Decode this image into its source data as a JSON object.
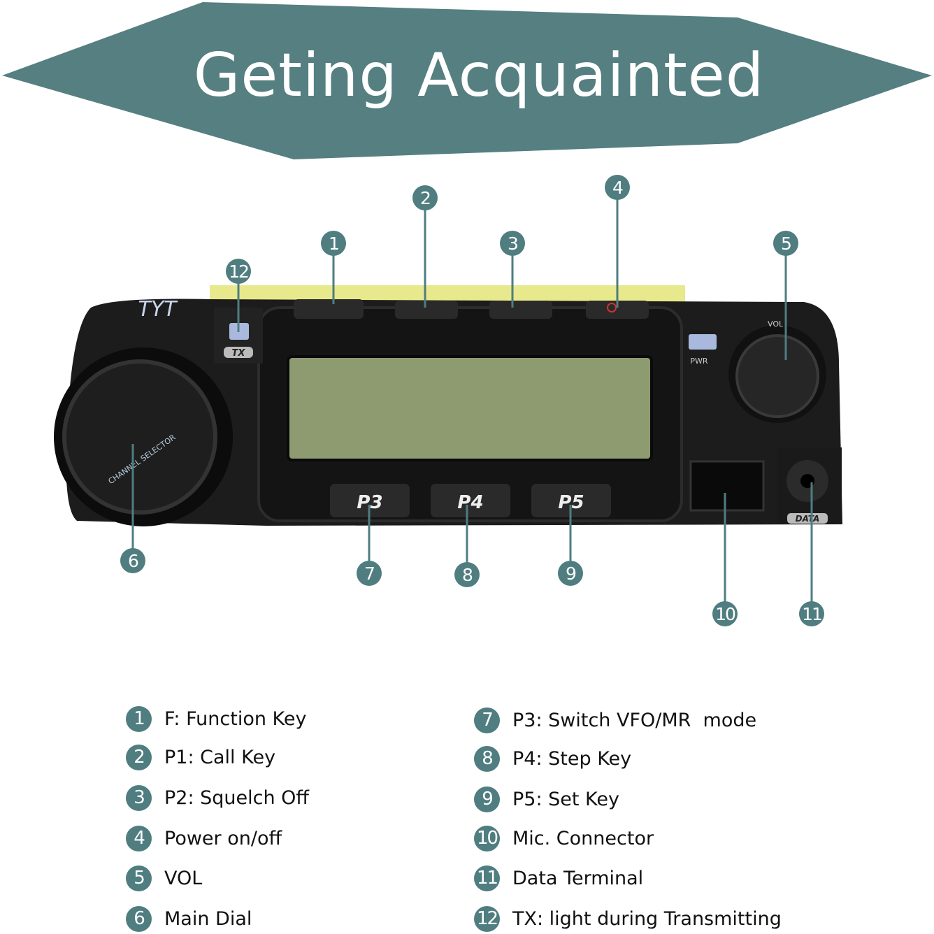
{
  "banner": {
    "title": "Geting Acquainted",
    "color": "#557f81"
  },
  "accent_color": "#4f7d80",
  "device": {
    "brand_logo": "TYT",
    "tx_label": "TX",
    "pwr_label": "PWR",
    "vol_label": "VOL",
    "data_label": "DATA",
    "keys": [
      "P3",
      "P4",
      "P5"
    ],
    "dial_label": "CHANNEL SELECTOR"
  },
  "callouts": [
    "1",
    "2",
    "3",
    "4",
    "5",
    "6",
    "7",
    "8",
    "9",
    "10",
    "11",
    "12"
  ],
  "legend": {
    "left": [
      {
        "num": "1",
        "text": "F: Function Key"
      },
      {
        "num": "2",
        "text": "P1: Call Key"
      },
      {
        "num": "3",
        "text": "P2: Squelch Off"
      },
      {
        "num": "4",
        "text": "Power on/off"
      },
      {
        "num": "5",
        "text": "VOL"
      },
      {
        "num": "6",
        "text": "Main Dial"
      }
    ],
    "right": [
      {
        "num": "7",
        "text": "P3: Switch VFO/MR  mode"
      },
      {
        "num": "8",
        "text": "P4: Step Key"
      },
      {
        "num": "9",
        "text": "P5: Set Key"
      },
      {
        "num": "10",
        "text": "Mic. Connector"
      },
      {
        "num": "11",
        "text": "Data Terminal"
      },
      {
        "num": "12",
        "text": "TX: light during Transmitting"
      }
    ]
  }
}
